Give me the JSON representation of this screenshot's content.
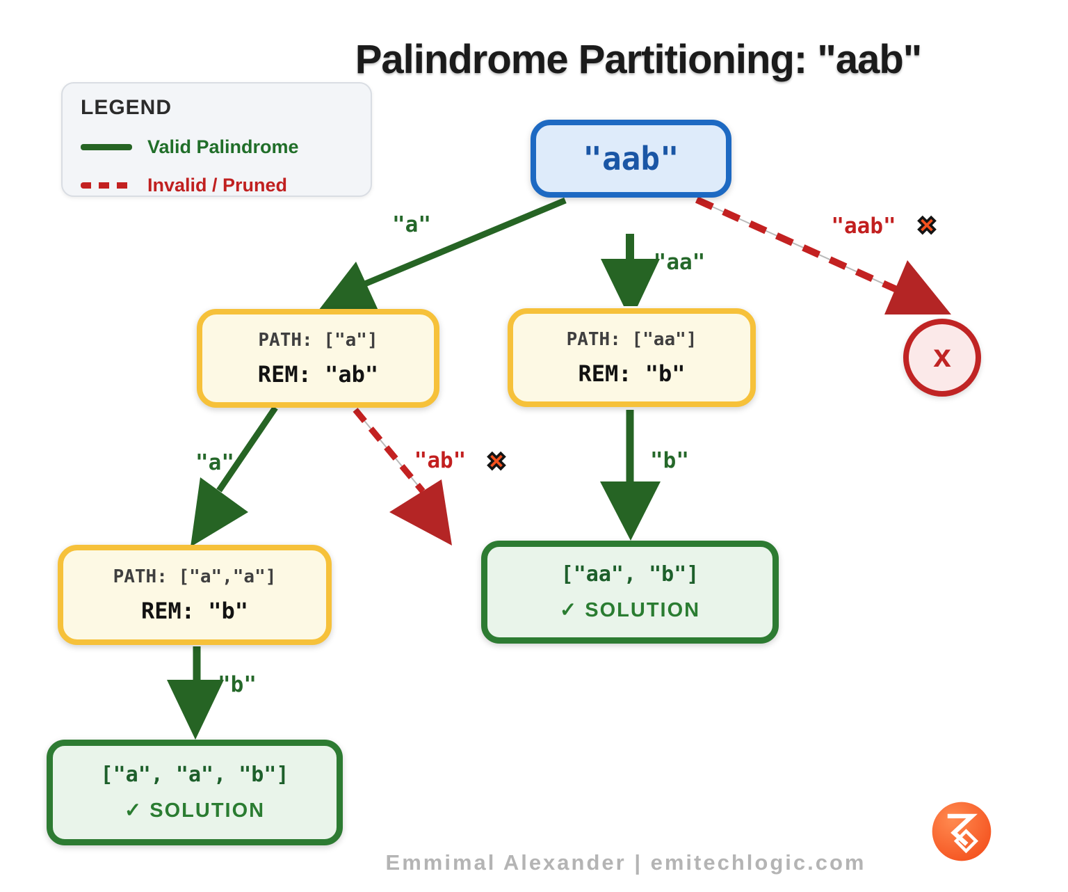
{
  "title": "Palindrome Partitioning: \"aab\"",
  "legend": {
    "title": "LEGEND",
    "valid_label": "Valid Palindrome",
    "invalid_label": "Invalid / Pruned"
  },
  "root": {
    "label": "\"aab\""
  },
  "nodes": {
    "n1": {
      "path": "PATH: [\"a\"]",
      "rem": "REM: \"ab\""
    },
    "n2": {
      "path": "PATH: [\"aa\"]",
      "rem": "REM: \"b\""
    },
    "n3": {
      "path": "PATH: [\"a\",\"a\"]",
      "rem": "REM: \"b\""
    }
  },
  "solutions": {
    "s1": {
      "value": "[\"aa\", \"b\"]",
      "label": "✓ SOLUTION"
    },
    "s2": {
      "value": "[\"a\", \"a\", \"b\"]",
      "label": "✓ SOLUTION"
    }
  },
  "edges": {
    "a1": "\"a\"",
    "aa": "\"aa\"",
    "aab": "\"aab\"",
    "a2": "\"a\"",
    "ab": "\"ab\"",
    "b1": "\"b\"",
    "b2": "\"b\""
  },
  "icons": {
    "cross_glyph": "✖"
  },
  "prune": {
    "x": "x"
  },
  "footer": "Emmimal Alexander | emitechlogic.com",
  "colors": {
    "valid_green": "#266424",
    "invalid_red": "#c32121",
    "root_blue_border": "#1d69c2",
    "root_blue_fill": "#deebfa",
    "node_yellow_border": "#f6c13a",
    "node_yellow_fill": "#fdf9e4",
    "solution_green_border": "#2d7b32",
    "solution_green_fill": "#e9f4ea",
    "cross_orange": "#f4511e",
    "logo_orange": "#f4511e"
  }
}
